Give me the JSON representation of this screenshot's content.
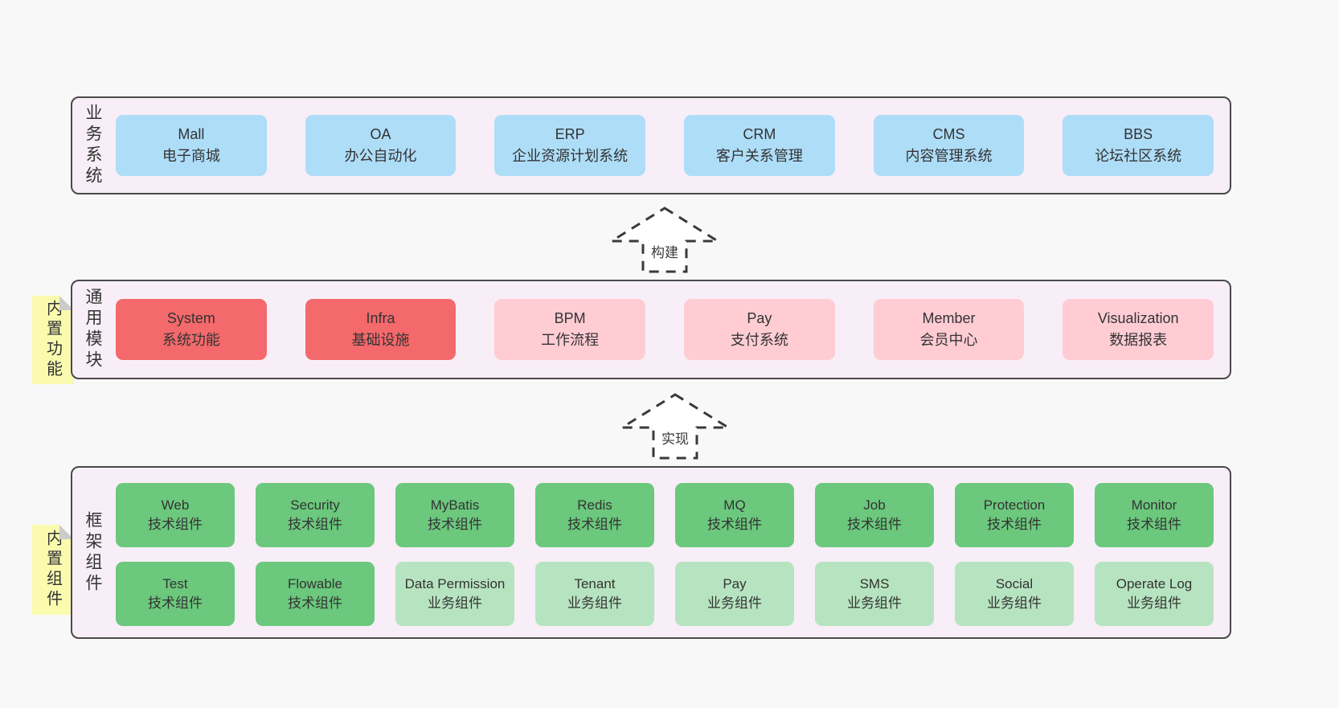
{
  "page": {
    "background": "#f8f8f8"
  },
  "colors": {
    "panel_bg": "#f8eef7",
    "panel_border": "#4a4a4a",
    "box_blue": "#aeddf8",
    "box_red": "#f4696b",
    "box_pink": "#ffccd4",
    "box_green": "#6bc87d",
    "box_light_green": "#b7e4c0",
    "note_yellow": "#fbfbb0",
    "note_fold_gray": "#cbcbcb",
    "text": "#3a3a3a"
  },
  "layers": [
    {
      "label": "业务系统",
      "boxes": [
        {
          "name": "Mall",
          "desc": "电子商城"
        },
        {
          "name": "OA",
          "desc": "办公自动化"
        },
        {
          "name": "ERP",
          "desc": "企业资源计划系统"
        },
        {
          "name": "CRM",
          "desc": "客户关系管理"
        },
        {
          "name": "CMS",
          "desc": "内容管理系统"
        },
        {
          "name": "BBS",
          "desc": "论坛社区系统"
        }
      ]
    },
    {
      "label": "通用模块",
      "note": "内置功能",
      "boxes": [
        {
          "name": "System",
          "desc": "系统功能"
        },
        {
          "name": "Infra",
          "desc": "基础设施"
        },
        {
          "name": "BPM",
          "desc": "工作流程"
        },
        {
          "name": "Pay",
          "desc": "支付系统"
        },
        {
          "name": "Member",
          "desc": "会员中心"
        },
        {
          "name": "Visualization",
          "desc": "数据报表"
        }
      ]
    },
    {
      "label": "框架组件",
      "note": "内置组件",
      "rows": [
        [
          {
            "name": "Web",
            "desc": "技术组件"
          },
          {
            "name": "Security",
            "desc": "技术组件"
          },
          {
            "name": "MyBatis",
            "desc": "技术组件"
          },
          {
            "name": "Redis",
            "desc": "技术组件"
          },
          {
            "name": "MQ",
            "desc": "技术组件"
          },
          {
            "name": "Job",
            "desc": "技术组件"
          },
          {
            "name": "Protection",
            "desc": "技术组件"
          },
          {
            "name": "Monitor",
            "desc": "技术组件"
          }
        ],
        [
          {
            "name": "Test",
            "desc": "技术组件"
          },
          {
            "name": "Flowable",
            "desc": "技术组件"
          },
          {
            "name": "Data Permission",
            "desc": "业务组件"
          },
          {
            "name": "Tenant",
            "desc": "业务组件"
          },
          {
            "name": "Pay",
            "desc": "业务组件"
          },
          {
            "name": "SMS",
            "desc": "业务组件"
          },
          {
            "name": "Social",
            "desc": "业务组件"
          },
          {
            "name": "Operate Log",
            "desc": "业务组件"
          }
        ]
      ]
    }
  ],
  "arrows": [
    {
      "label": "构建"
    },
    {
      "label": "实现"
    }
  ]
}
